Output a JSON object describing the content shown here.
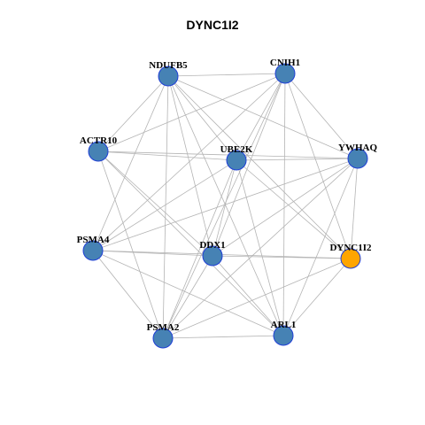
{
  "title": "DYNC1I2",
  "colors": {
    "node_fill": "#4682B4",
    "node_stroke": "#1f3fd6",
    "focus_fill": "#FFA500",
    "focus_stroke": "#1f3fd6",
    "edge": "#b4b4b4"
  },
  "nodes": [
    {
      "id": "NDUFB5",
      "label": "NDUFB5",
      "focus": false
    },
    {
      "id": "CNIH1",
      "label": "CNIH1",
      "focus": false
    },
    {
      "id": "ACTR10",
      "label": "ACTR10",
      "focus": false
    },
    {
      "id": "UBE2K",
      "label": "UBE2K",
      "focus": false
    },
    {
      "id": "YWHAQ",
      "label": "YWHAQ",
      "focus": false
    },
    {
      "id": "PSMA4",
      "label": "PSMA4",
      "focus": false
    },
    {
      "id": "DDX1",
      "label": "DDX1",
      "focus": false
    },
    {
      "id": "DYNC1I2",
      "label": "DYNC1I2",
      "focus": true
    },
    {
      "id": "PSMA2",
      "label": "PSMA2",
      "focus": false
    },
    {
      "id": "ARL1",
      "label": "ARL1",
      "focus": false
    }
  ],
  "edges": [
    [
      "NDUFB5",
      "CNIH1"
    ],
    [
      "NDUFB5",
      "ACTR10"
    ],
    [
      "NDUFB5",
      "UBE2K"
    ],
    [
      "NDUFB5",
      "YWHAQ"
    ],
    [
      "NDUFB5",
      "PSMA4"
    ],
    [
      "NDUFB5",
      "DDX1"
    ],
    [
      "NDUFB5",
      "DYNC1I2"
    ],
    [
      "NDUFB5",
      "PSMA2"
    ],
    [
      "NDUFB5",
      "ARL1"
    ],
    [
      "CNIH1",
      "ACTR10"
    ],
    [
      "CNIH1",
      "UBE2K"
    ],
    [
      "CNIH1",
      "YWHAQ"
    ],
    [
      "CNIH1",
      "PSMA4"
    ],
    [
      "CNIH1",
      "DDX1"
    ],
    [
      "CNIH1",
      "DYNC1I2"
    ],
    [
      "CNIH1",
      "PSMA2"
    ],
    [
      "CNIH1",
      "ARL1"
    ],
    [
      "ACTR10",
      "UBE2K"
    ],
    [
      "ACTR10",
      "YWHAQ"
    ],
    [
      "ACTR10",
      "DDX1"
    ],
    [
      "ACTR10",
      "PSMA2"
    ],
    [
      "ACTR10",
      "ARL1"
    ],
    [
      "UBE2K",
      "YWHAQ"
    ],
    [
      "UBE2K",
      "PSMA4"
    ],
    [
      "UBE2K",
      "DDX1"
    ],
    [
      "UBE2K",
      "DYNC1I2"
    ],
    [
      "UBE2K",
      "PSMA2"
    ],
    [
      "UBE2K",
      "ARL1"
    ],
    [
      "YWHAQ",
      "PSMA4"
    ],
    [
      "YWHAQ",
      "DDX1"
    ],
    [
      "YWHAQ",
      "DYNC1I2"
    ],
    [
      "YWHAQ",
      "PSMA2"
    ],
    [
      "YWHAQ",
      "ARL1"
    ],
    [
      "PSMA4",
      "DDX1"
    ],
    [
      "PSMA4",
      "DYNC1I2"
    ],
    [
      "PSMA4",
      "PSMA2"
    ],
    [
      "PSMA4",
      "ARL1"
    ],
    [
      "DDX1",
      "DYNC1I2"
    ],
    [
      "DDX1",
      "PSMA2"
    ],
    [
      "DDX1",
      "ARL1"
    ],
    [
      "DYNC1I2",
      "PSMA2"
    ],
    [
      "DYNC1I2",
      "ARL1"
    ],
    [
      "PSMA2",
      "ARL1"
    ]
  ]
}
